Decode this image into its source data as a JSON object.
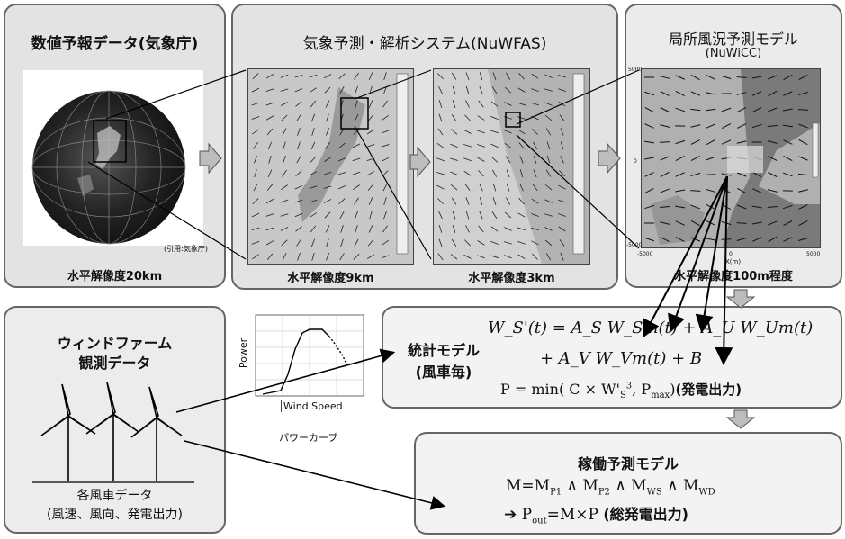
{
  "panels": {
    "nwp": {
      "title": "数値予報データ(気象庁)",
      "citation": "(引用:気象庁)",
      "resolution": "水平解像度20km"
    },
    "nuwfas": {
      "title": "気象予測・解析システム(NuWFAS)",
      "resolution_9km": "水平解像度9km",
      "resolution_3km": "水平解像度3km"
    },
    "nuwicc": {
      "title": "局所風況予測モデル",
      "subtitle": "(NuWiCC)",
      "resolution": "水平解像度100m程度",
      "x_axis_label": "X(m)",
      "ticks": {
        "y_top": "5000",
        "y_bottom": "-5000",
        "x_left": "-5000",
        "x_mid": "0",
        "x_right": "5000",
        "y_mid": "0"
      }
    },
    "windfarm": {
      "title_line1": "ウィンドファーム",
      "title_line2": "観測データ",
      "caption_line1": "各風車データ",
      "caption_line2": "(風速、風向、発電出力)"
    },
    "powercurve": {
      "ylabel": "Power",
      "xlabel": "Wind Speed",
      "caption": "パワーカーブ"
    },
    "statistical": {
      "label_line1": "統計モデル",
      "label_line2": "(風車毎)",
      "formula_line1": "W_S'(t) = A_S W_Sm(t) + A_U W_Um(t)",
      "formula_line2": "+ A_V W_Vm(t) + B",
      "formula_line3_prefix": "P = min( C × W'",
      "formula_line3_suffix": ", P",
      "formula_line3_sub": "max",
      "formula_line3_close": ")",
      "formula_line3_note": "(発電出力)"
    },
    "operation": {
      "title": "稼働予測モデル",
      "formula_line1": "M=M",
      "formula_line2_arrow": "➔",
      "formula_line2": "P",
      "formula_line2_note": "(総発電出力)"
    }
  },
  "colors": {
    "panel_fill": "#e3e3e3",
    "panel_border": "#666666",
    "arrow_fill": "#bdbdbd"
  }
}
